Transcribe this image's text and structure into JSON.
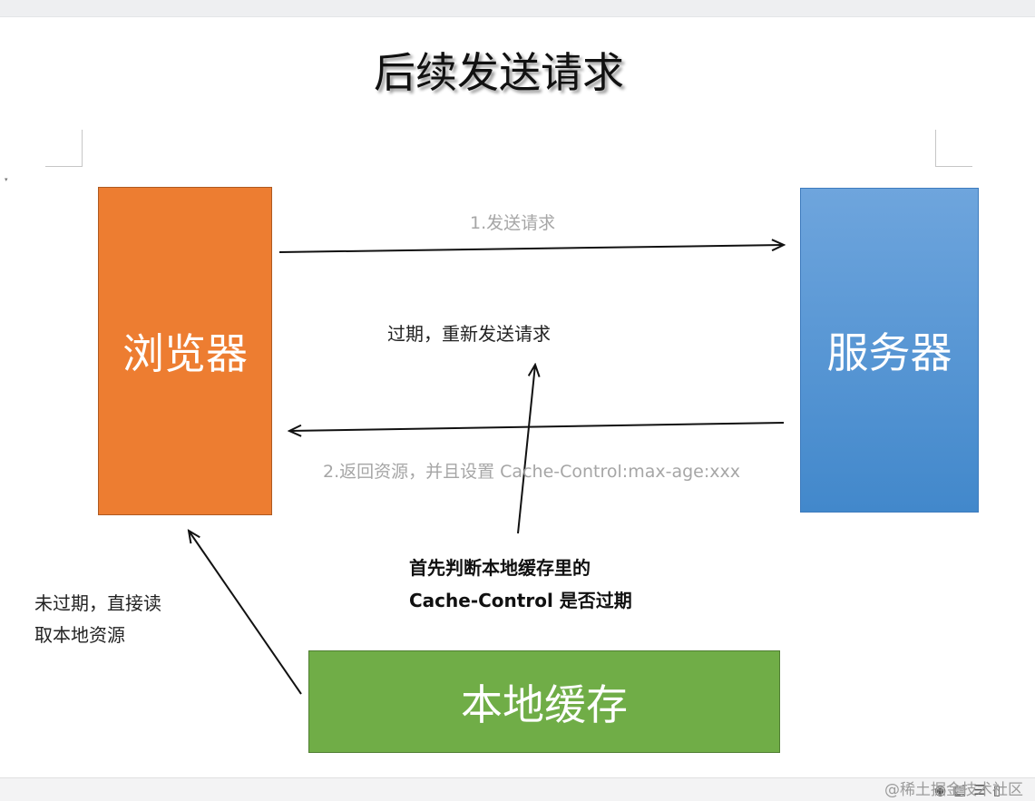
{
  "title": "后续发送请求",
  "nodes": {
    "browser": "浏览器",
    "server": "服务器",
    "local_cache": "本地缓存"
  },
  "edges": {
    "send_request": "1.发送请求",
    "return_resource": "2.返回资源，并且设置 Cache-Control:max-age:xxx",
    "expired_resend": "过期，重新发送请求",
    "check_cache_line1": "首先判断本地缓存里的",
    "check_cache_line2": "Cache-Control 是否过期",
    "not_expired_line1": "未过期，直接读",
    "not_expired_line2": "取本地资源"
  },
  "colors": {
    "browser": "#ed7d31",
    "server": "#5b9bd5",
    "local_cache": "#70ad47"
  },
  "watermark": "@稀土掘金技术社区",
  "status_icons": [
    "eye-icon",
    "page-view-icon",
    "outline-view-icon",
    "read-mode-icon"
  ]
}
